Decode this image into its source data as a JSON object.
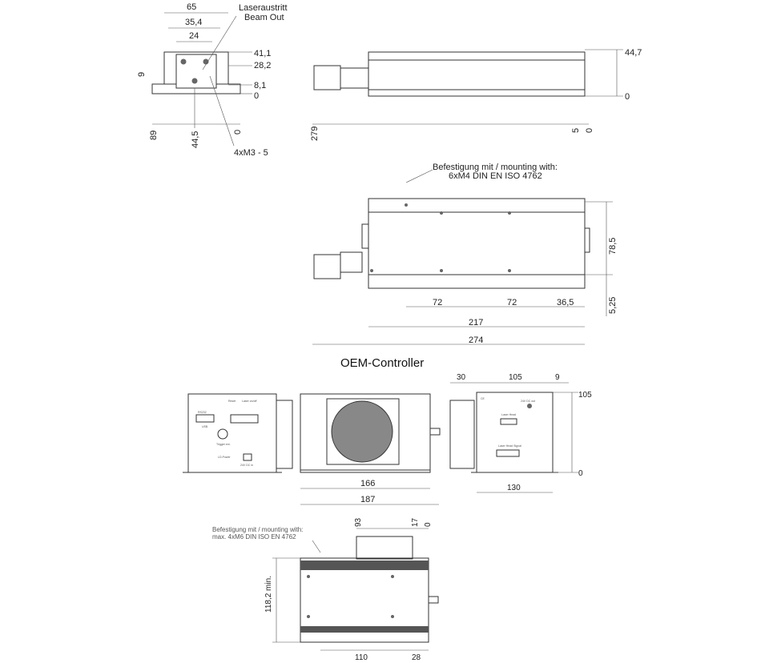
{
  "laser_head": {
    "front_view": {
      "dims": [
        "65",
        "35,4",
        "24",
        "41,1",
        "28,2",
        "8,1",
        "0",
        "9",
        "89",
        "44,5",
        "0"
      ],
      "beam_label_de": "Laseraustritt",
      "beam_label_en": "Beam Out",
      "thread_label": "4xM3 - 5"
    },
    "side_view": {
      "dims": [
        "44,7",
        "0",
        "279",
        "5",
        "0"
      ]
    },
    "top_view": {
      "mounting_label_1": "Befestigung mit / mounting with:",
      "mounting_label_2": "6xM4 DIN EN ISO 4762",
      "dims": [
        "78,5",
        "5,25",
        "72",
        "72",
        "36,5",
        "217",
        "274"
      ]
    }
  },
  "controller": {
    "title": "OEM-Controller",
    "front_panel": {
      "labels": [
        "Reset",
        "Laser on/off",
        "RS232",
        "USB",
        "Trigger ext.",
        "LD-Power",
        "24V DC in"
      ]
    },
    "fan_view": {
      "dims": [
        "166",
        "187"
      ]
    },
    "side_view": {
      "dims": [
        "30",
        "105",
        "9",
        "105",
        "0",
        "130"
      ],
      "labels": [
        "CE",
        "24V DC out",
        "Laser Head",
        "Laser Head Signal"
      ]
    },
    "bottom_view": {
      "mounting_label_1": "Befestigung mit / mounting with:",
      "mounting_label_2": "max. 4xM6 DIN ISO EN 4762",
      "dims": [
        "93",
        "17",
        "0",
        "118,2 min.",
        "110",
        "28"
      ]
    }
  }
}
